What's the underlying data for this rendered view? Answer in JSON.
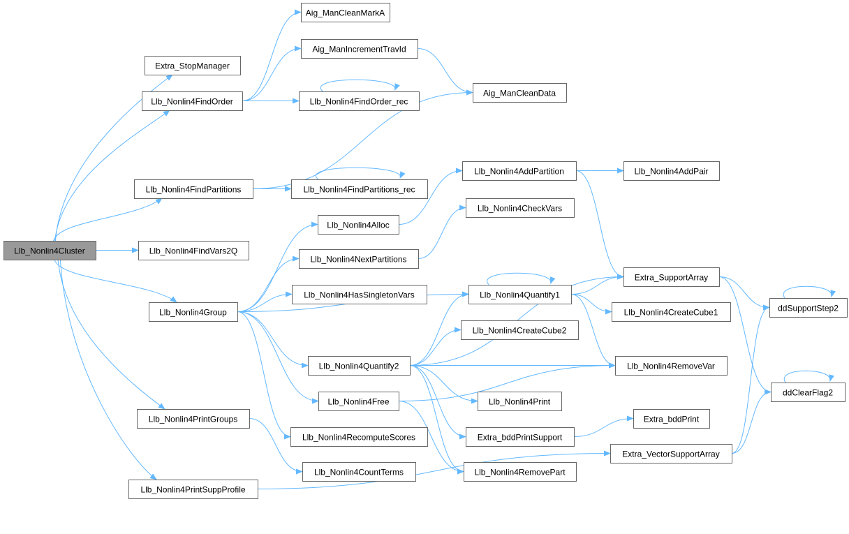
{
  "graph": {
    "title": "Call graph of Llb_Nonlin4Cluster",
    "edge_color": "#63b8ff",
    "root_fill": "#999999",
    "nodes": [
      {
        "id": "cluster",
        "label": "Llb_Nonlin4Cluster",
        "root": true
      },
      {
        "id": "stopmgr",
        "label": "Extra_StopManager"
      },
      {
        "id": "findorder",
        "label": "Llb_Nonlin4FindOrder"
      },
      {
        "id": "cleanmarka",
        "label": "Aig_ManCleanMarkA"
      },
      {
        "id": "inctrav",
        "label": "Aig_ManIncrementTravId"
      },
      {
        "id": "findorder_rec",
        "label": "Llb_Nonlin4FindOrder_rec"
      },
      {
        "id": "cleandata",
        "label": "Aig_ManCleanData"
      },
      {
        "id": "findparts",
        "label": "Llb_Nonlin4FindPartitions"
      },
      {
        "id": "findparts_rec",
        "label": "Llb_Nonlin4FindPartitions_rec"
      },
      {
        "id": "addpart",
        "label": "Llb_Nonlin4AddPartition"
      },
      {
        "id": "addpair",
        "label": "Llb_Nonlin4AddPair"
      },
      {
        "id": "checkvars",
        "label": "Llb_Nonlin4CheckVars"
      },
      {
        "id": "alloc",
        "label": "Llb_Nonlin4Alloc"
      },
      {
        "id": "findvars2q",
        "label": "Llb_Nonlin4FindVars2Q"
      },
      {
        "id": "nextparts",
        "label": "Llb_Nonlin4NextPartitions"
      },
      {
        "id": "supportarray",
        "label": "Extra_SupportArray"
      },
      {
        "id": "quantify1",
        "label": "Llb_Nonlin4Quantify1"
      },
      {
        "id": "singleton",
        "label": "Llb_Nonlin4HasSingletonVars"
      },
      {
        "id": "group",
        "label": "Llb_Nonlin4Group"
      },
      {
        "id": "cube1",
        "label": "Llb_Nonlin4CreateCube1"
      },
      {
        "id": "ddsupport",
        "label": "ddSupportStep2"
      },
      {
        "id": "cube2",
        "label": "Llb_Nonlin4CreateCube2"
      },
      {
        "id": "quantify2",
        "label": "Llb_Nonlin4Quantify2"
      },
      {
        "id": "removevar",
        "label": "Llb_Nonlin4RemoveVar"
      },
      {
        "id": "ddclear",
        "label": "ddClearFlag2"
      },
      {
        "id": "free",
        "label": "Llb_Nonlin4Free"
      },
      {
        "id": "print",
        "label": "Llb_Nonlin4Print"
      },
      {
        "id": "printgroups",
        "label": "Llb_Nonlin4PrintGroups"
      },
      {
        "id": "bddprint",
        "label": "Extra_bddPrint"
      },
      {
        "id": "bddprintsupp",
        "label": "Extra_bddPrintSupport"
      },
      {
        "id": "recompute",
        "label": "Llb_Nonlin4RecomputeScores"
      },
      {
        "id": "vecsupport",
        "label": "Extra_VectorSupportArray"
      },
      {
        "id": "countterms",
        "label": "Llb_Nonlin4CountTerms"
      },
      {
        "id": "removepart",
        "label": "Llb_Nonlin4RemovePart"
      },
      {
        "id": "suppprofile",
        "label": "Llb_Nonlin4PrintSuppProfile"
      }
    ],
    "edges": [
      [
        "cluster",
        "stopmgr"
      ],
      [
        "cluster",
        "findorder"
      ],
      [
        "cluster",
        "findparts"
      ],
      [
        "cluster",
        "findvars2q"
      ],
      [
        "cluster",
        "group"
      ],
      [
        "cluster",
        "printgroups"
      ],
      [
        "cluster",
        "suppprofile"
      ],
      [
        "findorder",
        "cleanmarka"
      ],
      [
        "findorder",
        "inctrav"
      ],
      [
        "findorder",
        "findorder_rec"
      ],
      [
        "inctrav",
        "cleandata"
      ],
      [
        "findorder_rec",
        "findorder_rec"
      ],
      [
        "findparts",
        "cleandata"
      ],
      [
        "findparts",
        "findparts_rec"
      ],
      [
        "findparts_rec",
        "findparts_rec"
      ],
      [
        "alloc",
        "addpart"
      ],
      [
        "addpart",
        "addpair"
      ],
      [
        "addpart",
        "supportarray"
      ],
      [
        "nextparts",
        "checkvars"
      ],
      [
        "group",
        "alloc"
      ],
      [
        "group",
        "nextparts"
      ],
      [
        "group",
        "singleton"
      ],
      [
        "group",
        "quantify1"
      ],
      [
        "group",
        "quantify2"
      ],
      [
        "group",
        "free"
      ],
      [
        "group",
        "recompute"
      ],
      [
        "quantify1",
        "quantify1"
      ],
      [
        "quantify1",
        "supportarray"
      ],
      [
        "quantify1",
        "cube1"
      ],
      [
        "quantify1",
        "removevar"
      ],
      [
        "quantify2",
        "supportarray"
      ],
      [
        "quantify2",
        "quantify1"
      ],
      [
        "quantify2",
        "cube2"
      ],
      [
        "quantify2",
        "removevar"
      ],
      [
        "quantify2",
        "print"
      ],
      [
        "quantify2",
        "bddprintsupp"
      ],
      [
        "quantify2",
        "removepart"
      ],
      [
        "free",
        "removevar"
      ],
      [
        "free",
        "removepart"
      ],
      [
        "supportarray",
        "ddsupport"
      ],
      [
        "supportarray",
        "ddclear"
      ],
      [
        "ddsupport",
        "ddsupport"
      ],
      [
        "ddclear",
        "ddclear"
      ],
      [
        "bddprintsupp",
        "bddprint"
      ],
      [
        "printgroups",
        "countterms"
      ],
      [
        "suppprofile",
        "vecsupport"
      ],
      [
        "vecsupport",
        "ddsupport"
      ],
      [
        "vecsupport",
        "ddclear"
      ]
    ]
  }
}
